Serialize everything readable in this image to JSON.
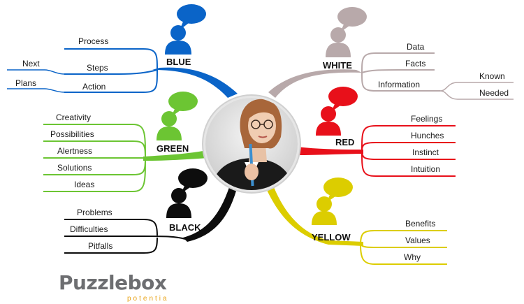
{
  "hats": {
    "blue": {
      "label": "BLUE",
      "color": "#0a64c8",
      "items": [
        "Process",
        "Steps",
        "Action"
      ],
      "sub_items": {
        "steps": "Next",
        "action": "Plans"
      }
    },
    "white": {
      "label": "WHITE",
      "color": "#b8a9aa",
      "items": [
        "Data",
        "Facts",
        "Information"
      ],
      "sub_items": [
        "Known",
        "Needed"
      ]
    },
    "green": {
      "label": "GREEN",
      "color": "#6cc533",
      "items": [
        "Creativity",
        "Possibilities",
        "Alertness",
        "Solutions",
        "Ideas"
      ]
    },
    "red": {
      "label": "RED",
      "color": "#e8101a",
      "items": [
        "Feelings",
        "Hunches",
        "Instinct",
        "Intuition"
      ]
    },
    "black": {
      "label": "BLACK",
      "color": "#0d0d0d",
      "items": [
        "Problems",
        "Difficulties",
        "Pitfalls"
      ]
    },
    "yellow": {
      "label": "YELLOW",
      "color": "#dccd00",
      "items": [
        "Benefits",
        "Values",
        "Why"
      ]
    }
  },
  "logo": {
    "name": "Puzzlebox",
    "tagline": "potentia"
  }
}
